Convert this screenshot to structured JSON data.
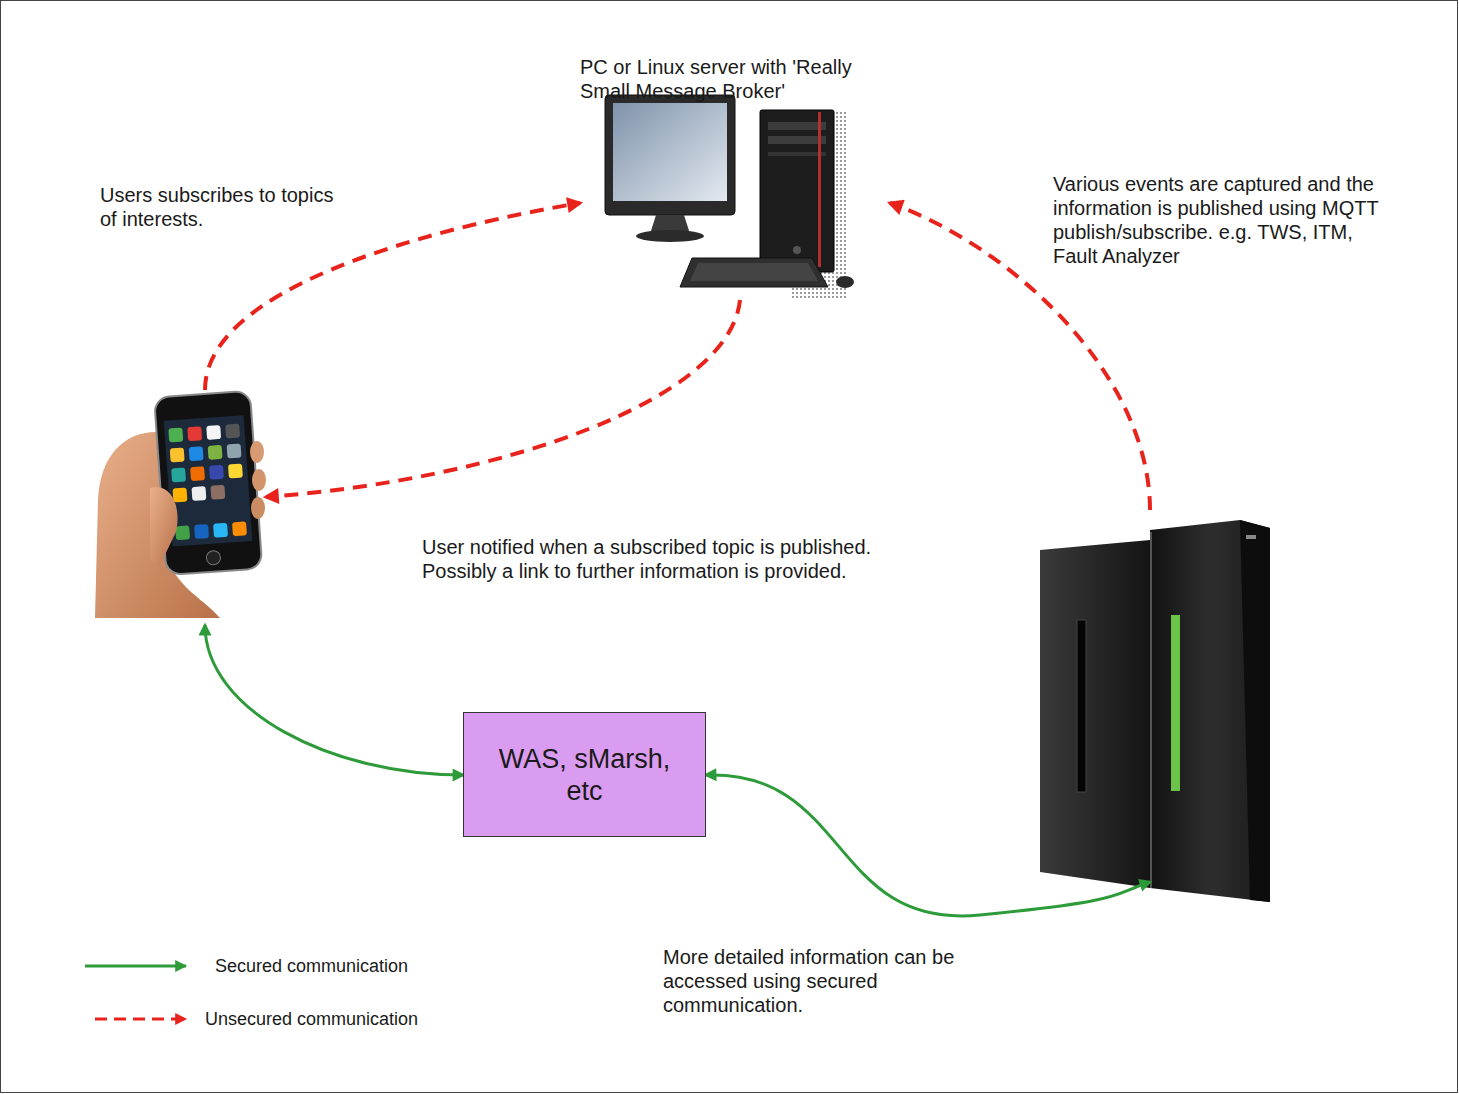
{
  "diagram": {
    "nodes": [
      {
        "text": [
          "PC or Linux server with 'Really Small Message Broker'"
        ]
      },
      {
        "text": []
      },
      {
        "text": [
          "WAS, sMarsh, etc"
        ]
      },
      {
        "text": []
      }
    ],
    "edges": [
      {
        "from": 1,
        "to": 0,
        "arrow": "to",
        "label": "Users subscribes to topics of interests."
      },
      {
        "from": 0,
        "to": 1,
        "arrow": "to",
        "label": "User notified when a subscribed topic is published. Possibly a link to further information is provided."
      },
      {
        "from": 3,
        "to": 0,
        "arrow": "to",
        "label": "Various events are captured and the information is published using MQTT publish/subscribe. e.g. TWS, ITM, Fault Analyzer"
      },
      {
        "from": 1,
        "to": 2,
        "arrow": "both"
      },
      {
        "from": 2,
        "to": 3,
        "arrow": "both",
        "label": "More detailed information can be accessed using secured communication."
      }
    ],
    "legend": [
      {
        "text": "Secured communication"
      },
      {
        "text": "Unsecured communication"
      }
    ]
  }
}
